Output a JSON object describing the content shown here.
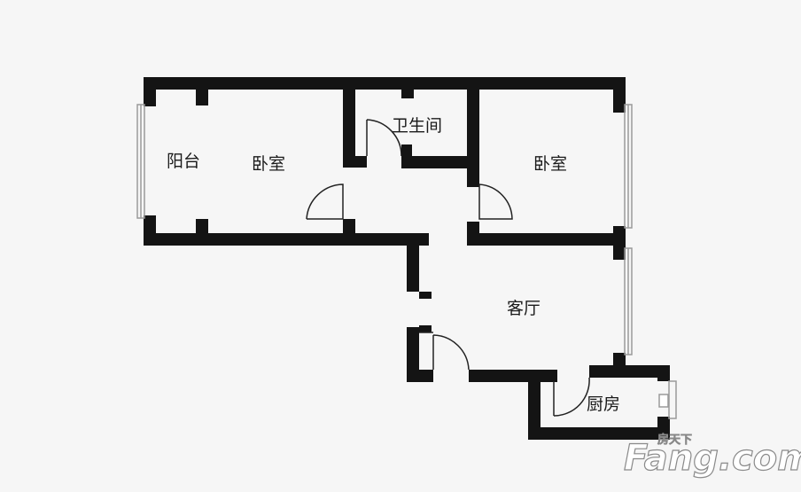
{
  "rooms": {
    "balcony": "阳台",
    "bedroom_left": "卧室",
    "bathroom": "卫生间",
    "bedroom_right": "卧室",
    "living_room": "客厅",
    "kitchen": "厨房"
  },
  "watermark": {
    "small": "房天下",
    "brand": "Fang.com"
  },
  "colors": {
    "wall": "#141414",
    "background": "#f6f6f6",
    "window_frame": "#9a9a9a",
    "door_line": "#222222"
  }
}
